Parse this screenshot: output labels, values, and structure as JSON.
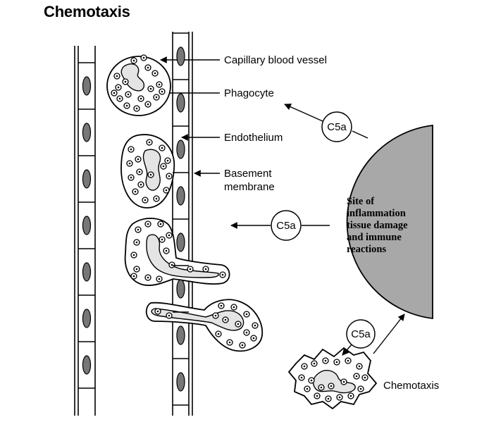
{
  "title": "Chemotaxis",
  "labels": {
    "capillary": "Capillary blood vessel",
    "phagocyte": "Phagocyte",
    "endothelium": "Endothelium",
    "basement_line1": "Basement",
    "basement_line2": "membrane",
    "chemotaxis": "Chemotaxis"
  },
  "c5a": [
    "C5a",
    "C5a",
    "C5a"
  ],
  "site": [
    "Site of",
    "inflammation",
    "tissue damage",
    "and immune",
    "reactions"
  ],
  "colors": {
    "ink": "#000000",
    "site_fill": "#a8a8a8",
    "cell_fill": "#e4e4e4",
    "nucleus": "#777777"
  }
}
